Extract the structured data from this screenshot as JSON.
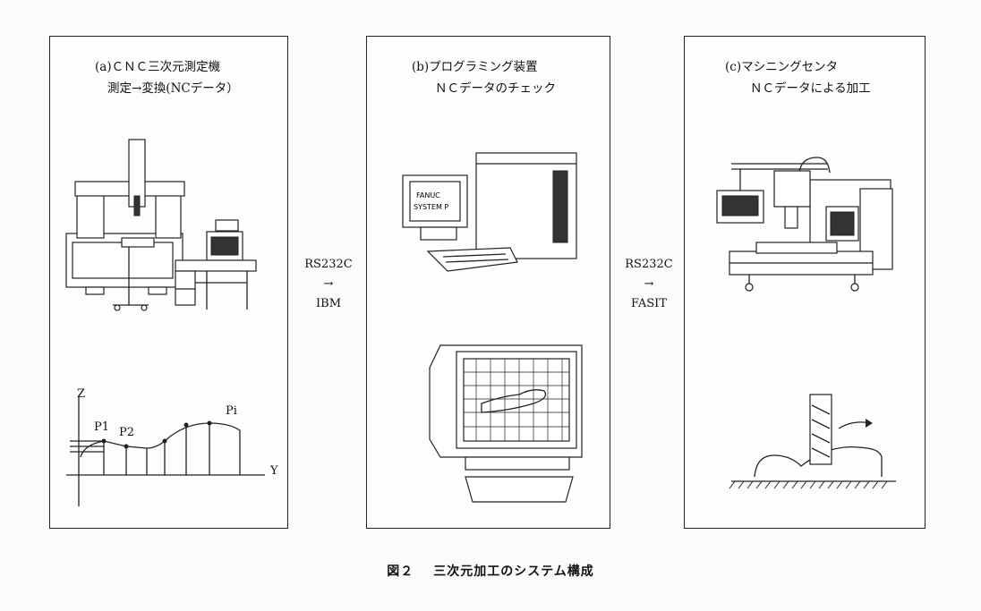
{
  "panels": [
    {
      "title_line1": "(a)ＣＮＣ三次元測定機",
      "title_line2": "測定→変換(NCデータ）"
    },
    {
      "title_line1": "(b)プログラミング装置",
      "title_line2": "ＮＣデータのチェック"
    },
    {
      "title_line1": "(c)マシニングセンタ",
      "title_line2": "ＮＣデータによる加工"
    }
  ],
  "connectors": [
    {
      "top": "RS232C",
      "arrow": "→",
      "bottom": "IBM"
    },
    {
      "top": "RS232C",
      "arrow": "→",
      "bottom": "FASIT"
    }
  ],
  "graph": {
    "z_label": "Z",
    "y_label": "Y",
    "points": [
      "P1",
      "P2",
      "Pi"
    ]
  },
  "screen_text": {
    "line1": "FANUC",
    "line2": "SYSTEM P"
  },
  "caption": {
    "figure": "図２",
    "title": "三次元加工のシステム構成"
  }
}
